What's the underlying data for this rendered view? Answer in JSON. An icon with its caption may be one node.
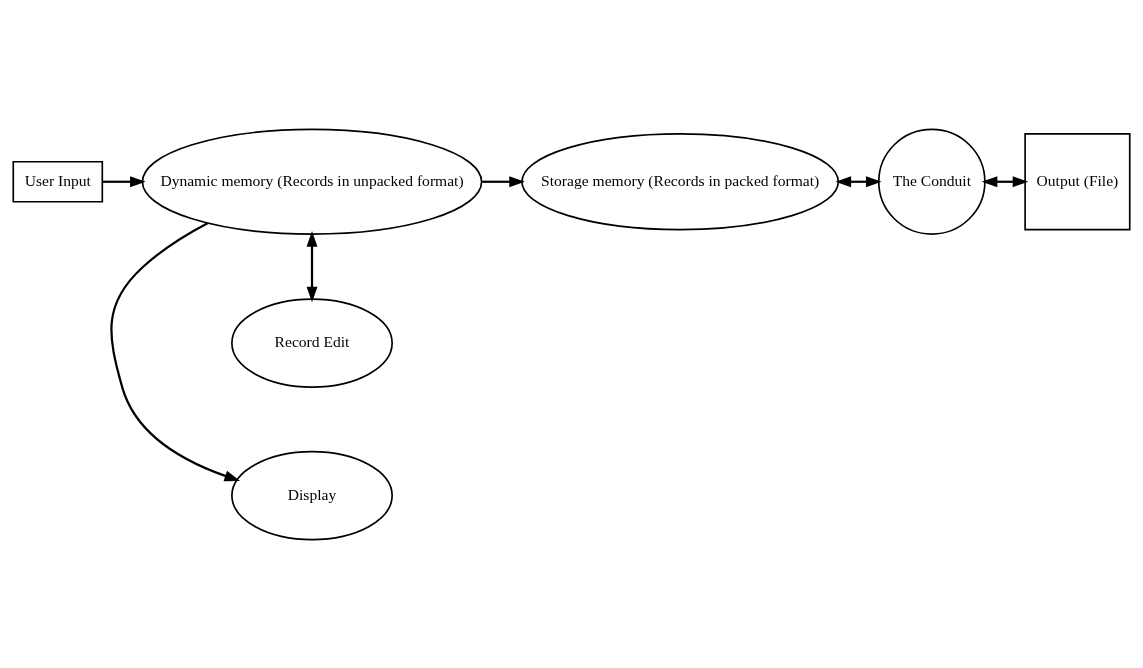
{
  "diagram": {
    "nodes": [
      {
        "text": [
          "User Input"
        ]
      },
      {
        "text": [
          "Display"
        ]
      },
      {
        "text": [
          "Dynamic memory (Records in unpacked format)"
        ]
      },
      {
        "text": [
          "Record Edit"
        ]
      },
      {
        "text": [
          "Storage memory (Records in packed format)"
        ]
      },
      {
        "text": [
          "The Conduit"
        ]
      },
      {
        "text": [
          "Output (File)"
        ]
      }
    ],
    "edges": [
      {
        "from": 0,
        "to": 2,
        "arrow": "to"
      },
      {
        "from": 2,
        "to": 1,
        "arrow": "to"
      },
      {
        "from": 2,
        "to": 3,
        "arrow": "both"
      },
      {
        "from": 2,
        "to": 4,
        "arrow": "to"
      },
      {
        "from": 4,
        "to": 5,
        "arrow": "both"
      },
      {
        "from": 5,
        "to": 6,
        "arrow": "both"
      }
    ]
  }
}
